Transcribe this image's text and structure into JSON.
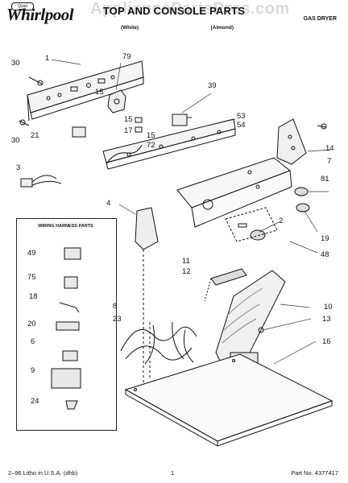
{
  "header": {
    "brand": "Whirlpool",
    "brand_mark": "Quiet",
    "title": "TOP AND CONSOLE PARTS",
    "subtitle": "",
    "variant_white": "(White)",
    "variant_almond": "(Almond)",
    "type": "GAS DRYER",
    "watermark": "AppliancePartsPros.com"
  },
  "wiring_harness": {
    "title": "WIRING HARNESS PARTS",
    "labels": [
      "49",
      "75",
      "18",
      "20",
      "6",
      "9",
      "24"
    ]
  },
  "callouts": [
    "1",
    "79",
    "39",
    "30",
    "15",
    "53",
    "54",
    "15",
    "17",
    "21",
    "15",
    "72",
    "30",
    "14",
    "7",
    "3",
    "81",
    "4",
    "2",
    "19",
    "48",
    "11",
    "12",
    "8",
    "23",
    "10",
    "13",
    "16"
  ],
  "footer": {
    "printed": "2–96 Litho in U.S.A. (dhb)",
    "page": "1",
    "part_no": "Part No. 4377417"
  }
}
